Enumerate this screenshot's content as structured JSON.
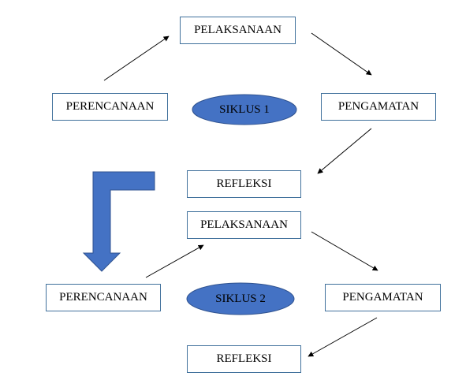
{
  "colors": {
    "box_border": "#41719c",
    "ellipse_fill": "#4472c4",
    "ellipse_border": "#2f528f",
    "cycle_arrow_fill": "#4472c4",
    "cycle_arrow_border": "#2f528f",
    "connector": "#000000"
  },
  "cycle1": {
    "label": "SIKLUS 1",
    "pelaksanaan": "PELAKSANAAN",
    "perencanaan": "PERENCANAAN",
    "pengamatan": "PENGAMATAN",
    "refleksi": "REFLEKSI"
  },
  "cycle2": {
    "label": "SIKLUS 2",
    "pelaksanaan": "PELAKSANAAN",
    "perencanaan": "PERENCANAAN",
    "pengamatan": "PENGAMATAN",
    "refleksi": "REFLEKSI"
  }
}
